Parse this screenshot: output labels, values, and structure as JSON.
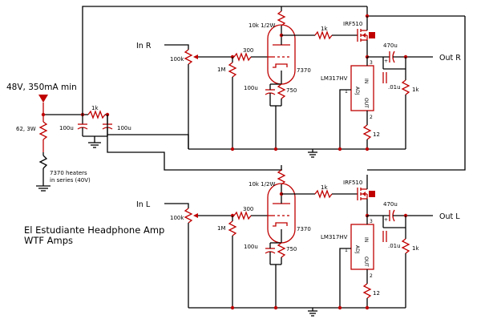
{
  "title": "El Estudiante Headphone Amp",
  "subtitle": "WTF Amps",
  "supply": {
    "label": "48V, 350mA min",
    "resistor": "62, 3W",
    "filter_resistor": "1k",
    "cap1": "100u",
    "cap2": "100u",
    "heater_note_line1": "7370 heaters",
    "heater_note_line2": "in series (40V)"
  },
  "channels": [
    {
      "input": "In R",
      "output": "Out R",
      "pot": "100k",
      "grid_res": "300",
      "grid_leak": "1M",
      "plate_res": "10k 1/2W",
      "gate_res": "1k",
      "mosfet": "IRF510",
      "tube": "7370",
      "cath_cap": "100u",
      "cath_res": "750",
      "regulator": "LM317HV",
      "pin_adj": "ADJ",
      "pin_in": "IN",
      "pin_out": "OUT",
      "pin3": "3",
      "pin2": "2",
      "pin1": "1",
      "reg_res": "12",
      "out_cap": "470u",
      "film_cap": ".01u",
      "load_res": "1k"
    },
    {
      "input": "In L",
      "output": "Out L",
      "pot": "100k",
      "grid_res": "300",
      "grid_leak": "1M",
      "plate_res": "10k 1/2W",
      "gate_res": "1k",
      "mosfet": "IRF510",
      "tube": "7370",
      "cath_cap": "100u",
      "cath_res": "750",
      "regulator": "LM317HV",
      "pin_adj": "ADJ",
      "pin_in": "IN",
      "pin_out": "OUT",
      "pin3": "3",
      "pin2": "2",
      "pin1": "1",
      "reg_res": "12",
      "out_cap": "470u",
      "film_cap": ".01u",
      "load_res": "1k"
    }
  ]
}
